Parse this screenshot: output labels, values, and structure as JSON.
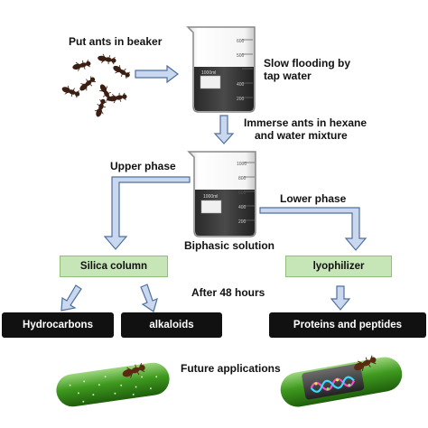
{
  "labels": {
    "put_ants": "Put ants in beaker",
    "slow_flooding_1": "Slow flooding by",
    "slow_flooding_2": "tap water",
    "immerse_1": "Immerse ants in hexane",
    "immerse_2": "and water mixture",
    "upper_phase": "Upper phase",
    "lower_phase": "Lower phase",
    "biphasic": "Biphasic solution",
    "after_48": "After 48 hours",
    "future": "Future applications"
  },
  "boxes": {
    "silica": "Silica column",
    "lyophilizer": "lyophilizer",
    "hydrocarbons": "Hydrocarbons",
    "alkaloids": "alkaloids",
    "proteins": "Proteins and peptides"
  },
  "beaker_marks": {
    "top_ticks": [
      "600",
      "500",
      "400",
      "200"
    ],
    "top_label": "1000ml",
    "mid_ticks": [
      "1000",
      "800",
      "600",
      "400",
      "200"
    ],
    "mid_label": "1000ml"
  },
  "colors": {
    "arrow_fill": "#c9d8ee",
    "arrow_stroke": "#4f6f9f",
    "green_box": "#c6e6b7",
    "black_box": "#111111",
    "capsule_green": "#3f9a1f"
  },
  "icons": [
    "ant-icon",
    "beaker-icon",
    "capsule-icon",
    "dna-icon"
  ]
}
